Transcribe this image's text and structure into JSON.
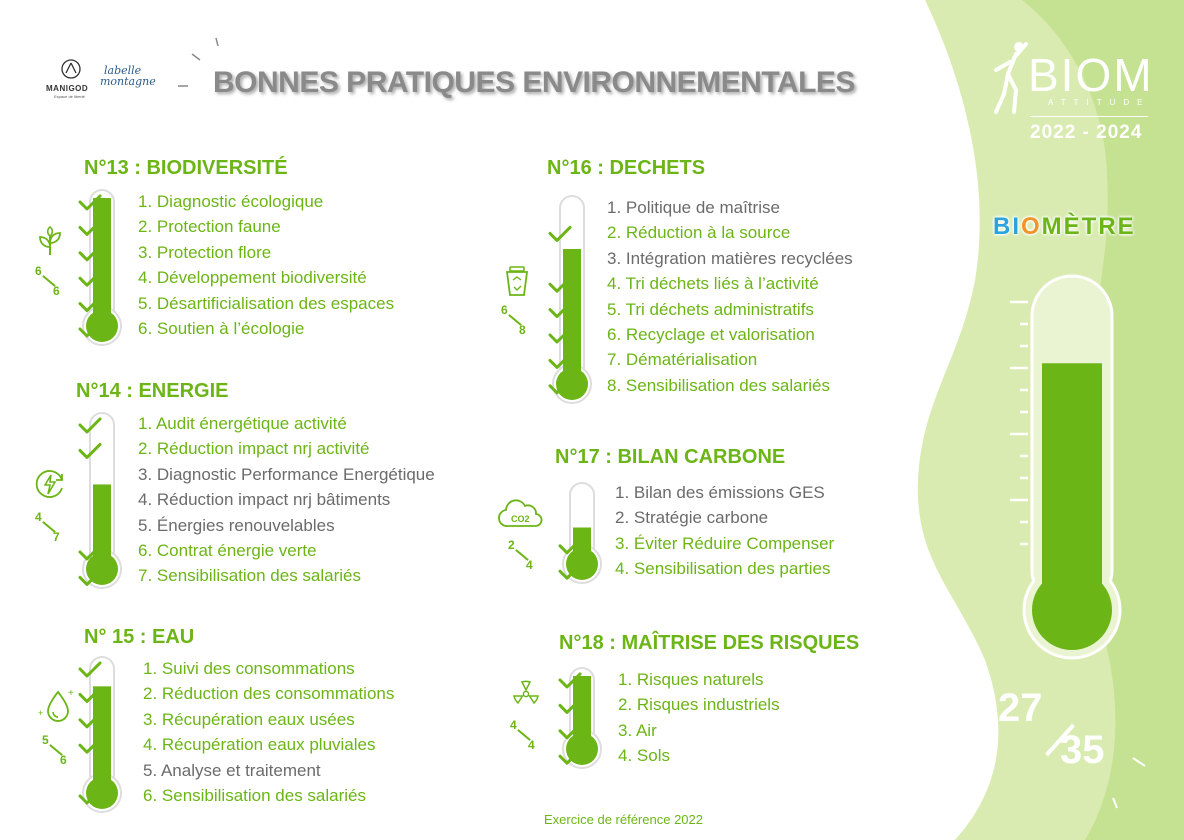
{
  "header": {
    "title": "BONNES PRATIQUES ENVIRONNEMENTALES",
    "logo_manigod": "MANIGOD",
    "logo_manigod_tagline": "Espace de liberté",
    "logo_labelle_line1": "labelle",
    "logo_labelle_line2": "montagne"
  },
  "brand": {
    "name": "BIOM",
    "sub": "ATTITUDE",
    "years": "2022 - 2024",
    "biometre_parts": [
      "BI",
      "O",
      "MÈTRE"
    ],
    "score_num": "27",
    "score_den": "35",
    "score_fraction": 0.771
  },
  "colors": {
    "accent_green": "#6cb516",
    "text_grey": "#6b6b6b",
    "panel_light": "#d9ebb0",
    "panel_mid": "#c5e192",
    "title_grey": "#8a8a8a",
    "blue": "#2aa4e0",
    "orange": "#f0942c"
  },
  "sections": [
    {
      "title": "N°13 : BIODIVERSITÉ",
      "icon": "plant-icon",
      "score_num": "6",
      "score_den": "6",
      "items": [
        {
          "label": "1. Diagnostic écologique",
          "done": true
        },
        {
          "label": "2. Protection faune",
          "done": true
        },
        {
          "label": "3. Protection flore",
          "done": true
        },
        {
          "label": "4. Développement biodiversité",
          "done": true
        },
        {
          "label": "5. Désartificialisation des espaces",
          "done": true
        },
        {
          "label": "6. Soutien à l’écologie",
          "done": true
        }
      ]
    },
    {
      "title": "N°14 : ENERGIE",
      "icon": "energy-icon",
      "score_num": "4",
      "score_den": "7",
      "items": [
        {
          "label": "1. Audit énergétique activité",
          "done": true
        },
        {
          "label": "2. Réduction impact nrj activité",
          "done": true
        },
        {
          "label": "3. Diagnostic Performance Energétique",
          "done": false
        },
        {
          "label": "4. Réduction impact nrj bâtiments",
          "done": false
        },
        {
          "label": "5. Énergies renouvelables",
          "done": false
        },
        {
          "label": "6. Contrat énergie verte",
          "done": true
        },
        {
          "label": "7. Sensibilisation des salariés",
          "done": true
        }
      ]
    },
    {
      "title": "N° 15 : EAU",
      "icon": "water-drop-icon",
      "score_num": "5",
      "score_den": "6",
      "items": [
        {
          "label": "1. Suivi des consommations",
          "done": true
        },
        {
          "label": "2. Réduction des consommations",
          "done": true
        },
        {
          "label": "3. Récupération eaux usées",
          "done": true
        },
        {
          "label": "4. Récupération eaux pluviales",
          "done": true
        },
        {
          "label": "5. Analyse et traitement",
          "done": false
        },
        {
          "label": "6. Sensibilisation des salariés",
          "done": true
        }
      ]
    },
    {
      "title": "N°16 : DECHETS",
      "icon": "recycle-bin-icon",
      "score_num": "6",
      "score_den": "8",
      "items": [
        {
          "label": "1. Politique de maîtrise",
          "done": false
        },
        {
          "label": "2. Réduction à la source",
          "done": true
        },
        {
          "label": "3. Intégration matières recyclées",
          "done": false
        },
        {
          "label": "4. Tri déchets liés à l’activité",
          "done": true
        },
        {
          "label": "5. Tri déchets administratifs",
          "done": true
        },
        {
          "label": "6. Recyclage et valorisation",
          "done": true
        },
        {
          "label": "7. Dématérialisation",
          "done": true
        },
        {
          "label": "8. Sensibilisation des salariés",
          "done": true
        }
      ]
    },
    {
      "title": "N°17 : BILAN CARBONE",
      "icon": "co2-cloud-icon",
      "icon_text": "CO2",
      "score_num": "2",
      "score_den": "4",
      "items": [
        {
          "label": "1. Bilan des émissions GES",
          "done": false
        },
        {
          "label": "2. Stratégie carbone",
          "done": false
        },
        {
          "label": "3. Éviter Réduire Compenser",
          "done": true
        },
        {
          "label": "4. Sensibilisation des parties",
          "done": true
        }
      ]
    },
    {
      "title": "N°18 : MAÎTRISE DES RISQUES",
      "icon": "hazard-icon",
      "score_num": "4",
      "score_den": "4",
      "items": [
        {
          "label": "1. Risques naturels",
          "done": true
        },
        {
          "label": "2. Risques industriels",
          "done": true
        },
        {
          "label": "3. Air",
          "done": true
        },
        {
          "label": "4. Sols",
          "done": true
        }
      ]
    }
  ],
  "footer": "Exercice de référence 2022"
}
